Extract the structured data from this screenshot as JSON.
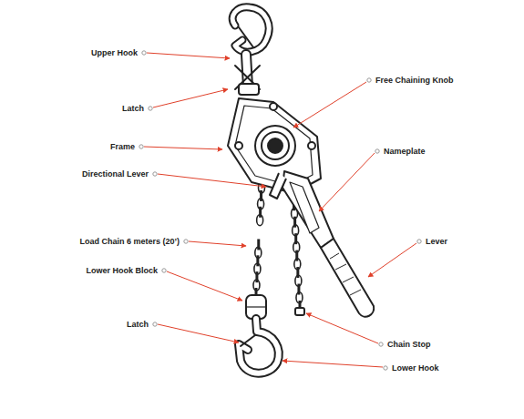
{
  "diagram": {
    "labels": [
      "Upper Hook",
      "Latch",
      "Frame",
      "Directional Lever",
      "Load Chain 6 meters (20’)",
      "Lower Hook Block",
      "Latch",
      "Free Chaining Knob",
      "Nameplate",
      "Lever",
      "Chain Stop",
      "Lower Hook"
    ]
  }
}
